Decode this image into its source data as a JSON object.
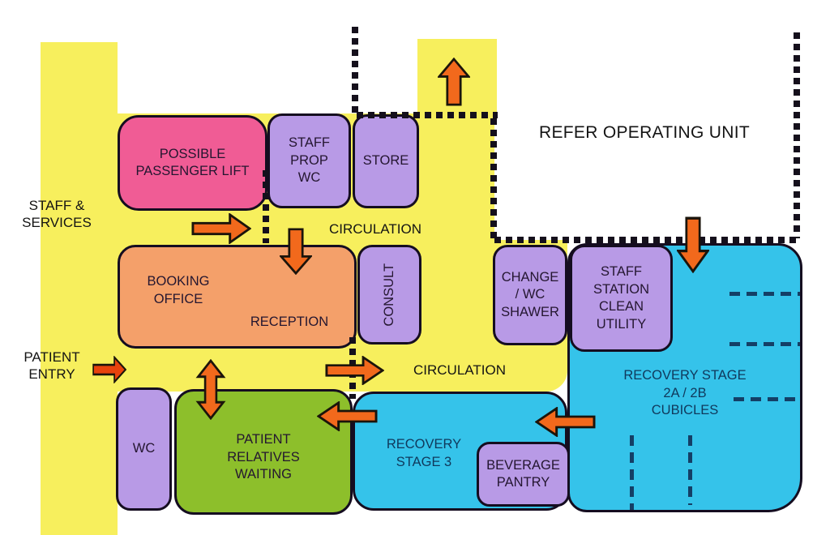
{
  "corridors": {
    "staff_services": [
      "STAFF &",
      "SERVICES"
    ],
    "patient_entry": [
      "PATIENT",
      "ENTRY"
    ],
    "circulation_top": "CIRCULATION",
    "circulation_bottom": "CIRCULATION",
    "refer_operating_unit": "REFER OPERATING UNIT"
  },
  "rooms": {
    "passenger_lift": {
      "lines": [
        "POSSIBLE",
        "PASSENGER LIFT"
      ]
    },
    "staff_prop_wc": {
      "lines": [
        "STAFF",
        "PROP",
        "WC"
      ]
    },
    "store": {
      "lines": [
        "STORE"
      ]
    },
    "booking_office": {
      "lines": [
        "BOOKING",
        "OFFICE"
      ],
      "reception": "RECEPTION"
    },
    "consult": {
      "label": "CONSULT"
    },
    "change_wc_shawer": {
      "lines": [
        "CHANGE",
        "/ WC",
        "SHAWER"
      ]
    },
    "staff_station": {
      "lines": [
        "STAFF",
        "STATION",
        "CLEAN",
        "UTILITY"
      ]
    },
    "recovery_2a2b": {
      "lines": [
        "RECOVERY STAGE",
        "2A / 2B",
        "CUBICLES"
      ]
    },
    "recovery_3": {
      "lines": [
        "RECOVERY",
        "STAGE 3"
      ]
    },
    "beverage_pantry": {
      "lines": [
        "BEVERAGE",
        "PANTRY"
      ]
    },
    "patient_relatives_waiting": {
      "lines": [
        "PATIENT",
        "RELATIVES",
        "WAITING"
      ]
    },
    "wc": {
      "lines": [
        "WC"
      ]
    }
  },
  "colors": {
    "corridor_yellow": "#f7ef5d",
    "room_pink": "#f05c95",
    "room_purple": "#b89ae6",
    "room_orange": "#f4a06a",
    "room_green": "#8dbf2b",
    "room_cyan": "#35c3ea",
    "arrow_orange": "#f2691c",
    "arrow_red_orange": "#e8420c",
    "outline_black": "#150d20",
    "cubicle_dash_blue": "#143f66"
  },
  "icons": {
    "arrows": [
      {
        "name": "arrow-up-to-operating-unit",
        "direction": "up"
      },
      {
        "name": "arrow-right-staff-corridor",
        "direction": "right"
      },
      {
        "name": "arrow-down-to-reception",
        "direction": "down"
      },
      {
        "name": "arrow-right-patient-entry",
        "direction": "right"
      },
      {
        "name": "arrow-updown-waiting",
        "direction": "up-down"
      },
      {
        "name": "arrow-right-circulation",
        "direction": "right"
      },
      {
        "name": "arrow-down-to-recovery",
        "direction": "down"
      },
      {
        "name": "arrow-left-to-recovery3",
        "direction": "left"
      },
      {
        "name": "arrow-left-to-waiting",
        "direction": "left"
      }
    ]
  }
}
